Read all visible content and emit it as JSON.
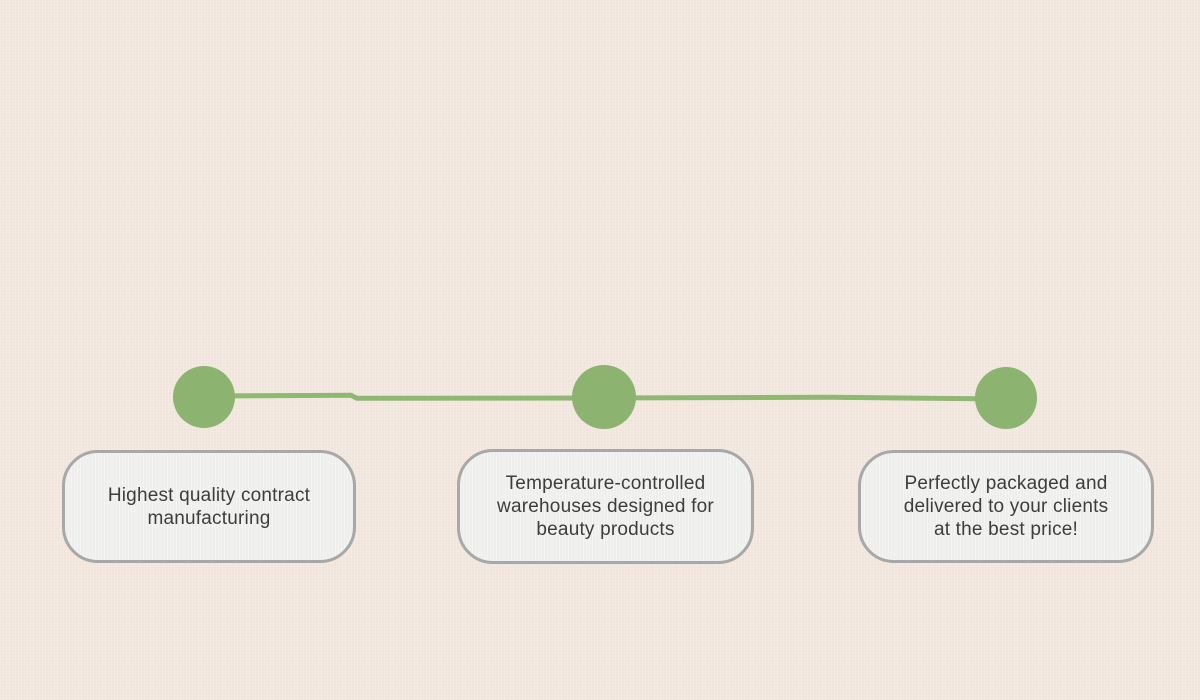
{
  "colors": {
    "background": "#f2e7de",
    "node_green": "#8cb470",
    "line_green": "#8fb873",
    "card_fill": "#eeeeec",
    "card_border": "#a8a8a8",
    "text": "#3d3d3d"
  },
  "timeline": {
    "cards": [
      {
        "lines": [
          "Highest quality contract",
          "manufacturing"
        ]
      },
      {
        "lines": [
          "Temperature-controlled",
          "warehouses designed for",
          "beauty products"
        ]
      },
      {
        "lines": [
          "Perfectly packaged and",
          "delivered to your clients",
          "at the best price!"
        ]
      }
    ]
  }
}
